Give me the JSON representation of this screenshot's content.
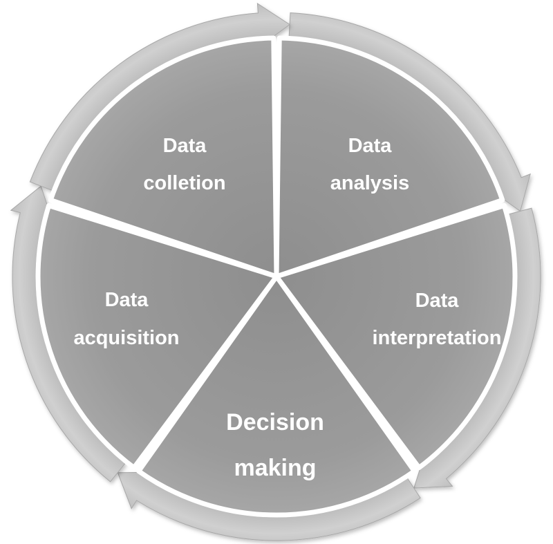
{
  "diagram": {
    "type": "cycle",
    "segments": [
      {
        "id": "collection",
        "lines": [
          "Data",
          "colletion"
        ]
      },
      {
        "id": "analysis",
        "lines": [
          "Data",
          "analysis"
        ]
      },
      {
        "id": "interpretation",
        "lines": [
          "Data",
          "interpretation"
        ]
      },
      {
        "id": "decision",
        "lines": [
          "Decision",
          "making"
        ]
      },
      {
        "id": "acquisition",
        "lines": [
          "Data",
          "acquisition"
        ]
      }
    ],
    "colors": {
      "segment_fill": "#969696",
      "segment_fill_light": "#a8a8a8",
      "arrow_fill": "#c7c7c7",
      "arrow_fill_dark": "#b4b4b4",
      "text": "#ffffff",
      "background": "#ffffff"
    }
  }
}
